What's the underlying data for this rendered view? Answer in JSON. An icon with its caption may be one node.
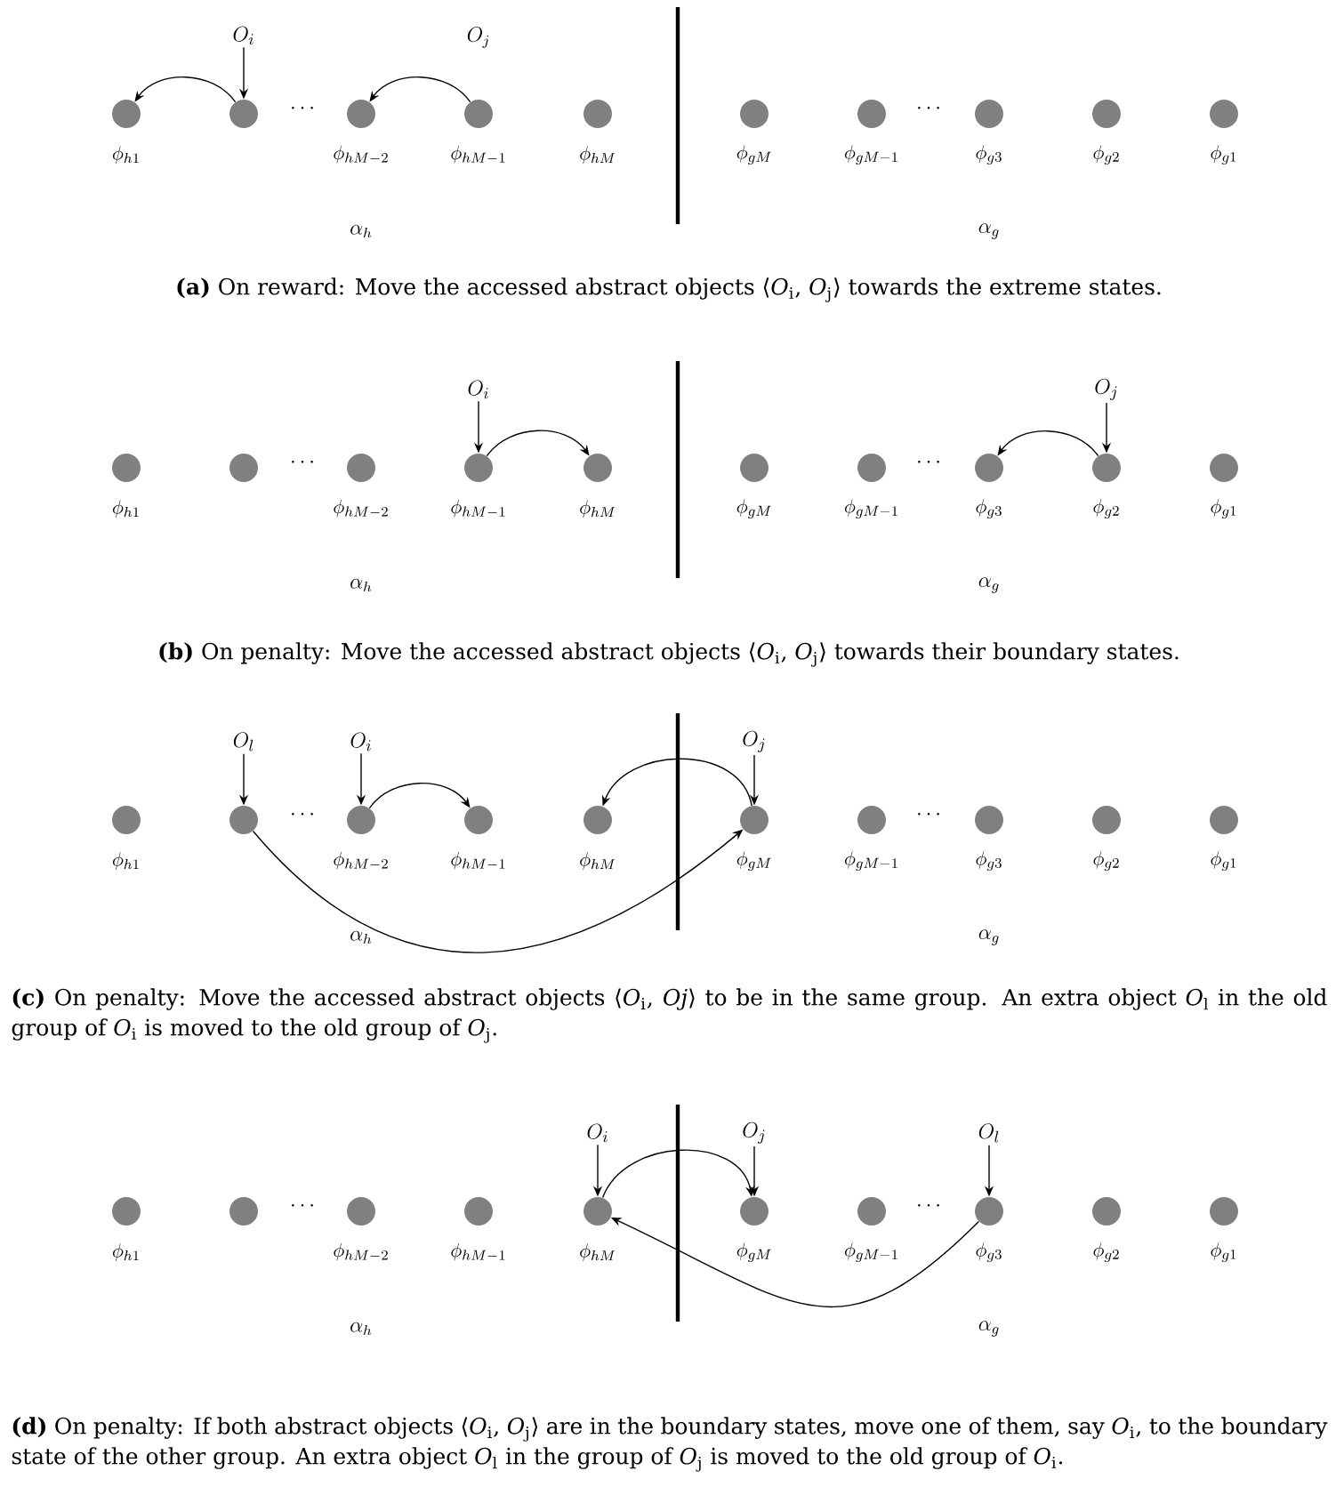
{
  "diagram": {
    "nodes": [
      {
        "text": [
          "O_i"
        ]
      },
      {
        "text": [],
        "shape": "circle",
        "beside": [
          "\\phi_{h1}"
        ]
      },
      {
        "text": [],
        "shape": "circle"
      },
      {
        "text": [],
        "shape": "circle",
        "beside": [
          "\\phi_{hM-2}"
        ]
      },
      {
        "text": [],
        "shape": "circle",
        "beside": [
          "\\phi_{hM-1}"
        ]
      },
      {
        "text": [],
        "shape": "circle",
        "beside": [
          "\\phi_{hM}"
        ]
      },
      {
        "text": [],
        "shape": "circle",
        "beside": [
          "\\phi_{gM}"
        ]
      },
      {
        "text": [],
        "shape": "circle",
        "beside": [
          "\\phi_{gM-1}"
        ]
      },
      {
        "text": [],
        "shape": "circle",
        "beside": [
          "\\phi_{g3}"
        ]
      },
      {
        "text": [],
        "shape": "circle",
        "beside": [
          "\\phi_{g2}"
        ]
      },
      {
        "text": [],
        "shape": "circle",
        "beside": [
          "\\phi_{g1}"
        ]
      },
      {
        "text": [
          "O_i"
        ]
      },
      {
        "text": [
          "O_j"
        ]
      },
      {
        "text": [],
        "shape": "circle",
        "beside": [
          "\\phi_{h1}"
        ]
      },
      {
        "text": [],
        "shape": "circle"
      },
      {
        "text": [],
        "shape": "circle",
        "beside": [
          "\\phi_{hM-2}"
        ]
      },
      {
        "text": [],
        "shape": "circle",
        "beside": [
          "\\phi_{hM-1}"
        ]
      },
      {
        "text": [],
        "shape": "circle",
        "beside": [
          "\\phi_{hM}"
        ]
      },
      {
        "text": [],
        "shape": "circle",
        "beside": [
          "\\phi_{gM}"
        ]
      },
      {
        "text": [],
        "shape": "circle",
        "beside": [
          "\\phi_{gM-1}"
        ]
      },
      {
        "text": [],
        "shape": "circle",
        "beside": [
          "\\phi_{g3}"
        ]
      },
      {
        "text": [],
        "shape": "circle",
        "beside": [
          "\\phi_{g2}"
        ]
      },
      {
        "text": [],
        "shape": "circle",
        "beside": [
          "\\phi_{g1}"
        ]
      },
      {
        "text": [
          "O_l"
        ]
      },
      {
        "text": [
          "O_i"
        ]
      },
      {
        "text": [
          "O_j"
        ]
      },
      {
        "text": [],
        "shape": "circle",
        "beside": [
          "\\phi_{h1}"
        ]
      },
      {
        "text": [],
        "shape": "circle"
      },
      {
        "text": [],
        "shape": "circle",
        "beside": [
          "\\phi_{hM-2}"
        ]
      },
      {
        "text": [],
        "shape": "circle",
        "beside": [
          "\\phi_{hM-1}"
        ]
      },
      {
        "text": [],
        "shape": "circle",
        "beside": [
          "\\phi_{hM}"
        ]
      },
      {
        "text": [],
        "shape": "circle",
        "beside": [
          "\\phi_{gM}"
        ]
      },
      {
        "text": [],
        "shape": "circle",
        "beside": [
          "\\phi_{gM-1}"
        ]
      },
      {
        "text": [],
        "shape": "circle",
        "beside": [
          "\\phi_{g3}"
        ]
      },
      {
        "text": [],
        "shape": "circle",
        "beside": [
          "\\phi_{g2}"
        ]
      },
      {
        "text": [],
        "shape": "circle",
        "beside": [
          "\\phi_{g1}"
        ]
      },
      {
        "text": [
          "O_i"
        ]
      },
      {
        "text": [
          "O_j"
        ]
      },
      {
        "text": [
          "O_l"
        ]
      },
      {
        "text": [],
        "shape": "circle",
        "beside": [
          "\\phi_{h1}"
        ]
      },
      {
        "text": [],
        "shape": "circle"
      },
      {
        "text": [],
        "shape": "circle",
        "beside": [
          "\\phi_{hM-2}"
        ]
      },
      {
        "text": [],
        "shape": "circle",
        "beside": [
          "\\phi_{hM-1}"
        ]
      },
      {
        "text": [],
        "shape": "circle",
        "beside": [
          "\\phi_{hM}"
        ]
      },
      {
        "text": [],
        "shape": "circle",
        "beside": [
          "\\phi_{gM}"
        ]
      },
      {
        "text": [],
        "shape": "circle",
        "beside": [
          "\\phi_{gM-1}"
        ]
      },
      {
        "text": [],
        "shape": "circle",
        "beside": [
          "\\phi_{g3}"
        ]
      },
      {
        "text": [],
        "shape": "circle",
        "beside": [
          "\\phi_{g2}"
        ]
      },
      {
        "text": [],
        "shape": "circle",
        "beside": [
          "\\phi_{g1}"
        ]
      }
    ],
    "edges": [
      {
        "from": 0,
        "to": 2,
        "arrow": "to"
      },
      {
        "from": 2,
        "to": 1,
        "arrow": "to"
      },
      {
        "from": 4,
        "to": 3,
        "arrow": "to"
      },
      {
        "from": 11,
        "to": 16,
        "arrow": "to"
      },
      {
        "from": 16,
        "to": 17,
        "arrow": "to"
      },
      {
        "from": 12,
        "to": 21,
        "arrow": "to"
      },
      {
        "from": 21,
        "to": 20,
        "arrow": "to"
      },
      {
        "from": 23,
        "to": 27,
        "arrow": "to"
      },
      {
        "from": 24,
        "to": 28,
        "arrow": "to"
      },
      {
        "from": 28,
        "to": 29,
        "arrow": "to"
      },
      {
        "from": 25,
        "to": 31,
        "arrow": "to"
      },
      {
        "from": 31,
        "to": 30,
        "arrow": "to"
      },
      {
        "from": 27,
        "to": 31,
        "arrow": "to"
      },
      {
        "from": 36,
        "to": 43,
        "arrow": "to"
      },
      {
        "from": 37,
        "to": 44,
        "arrow": "to"
      },
      {
        "from": 38,
        "to": 46,
        "arrow": "to"
      },
      {
        "from": 43,
        "to": 44,
        "arrow": "to"
      },
      {
        "from": 46,
        "to": 43,
        "arrow": "to"
      }
    ],
    "labels": [
      "O_j",
      "\\cdots",
      "\\cdots",
      "\\alpha_h",
      "\\alpha_g",
      "**(a)** On reward: Move the accessed abstract objects ⟨*O*$_{i}$, *O*$_{j}$⟩ towards the extreme states.",
      "\\cdots",
      "\\cdots",
      "\\alpha_h",
      "\\alpha_g",
      "**(b)** On penalty: Move the accessed abstract objects ⟨*O*$_{i}$, *O*$_{j}$⟩ towards their boundary states.",
      "\\cdots",
      "\\cdots",
      "\\alpha_h",
      "\\alpha_g",
      "**(c)** On penalty: Move the accessed abstract objects ⟨*O*$_{i}$, *Oj*⟩ to be in the same group. An extra object *O*$_{l}$ in the old group of *O*$_{i}$ is moved to the old group of *O*$_{j}$.",
      "\\cdots",
      "\\cdots",
      "\\alpha_h",
      "\\alpha_g",
      "**(d)** On penalty: If both abstract objects ⟨*O*$_{i}$, *O*$_{j}$⟩ are in the boundary states, move one of them, say *O*$_{i}$, to the boundary state of the other group. An extra object *O*$_{l}$ in the group of *O*$_{j}$ is moved to the old group of *O*$_{i}$."
    ]
  }
}
